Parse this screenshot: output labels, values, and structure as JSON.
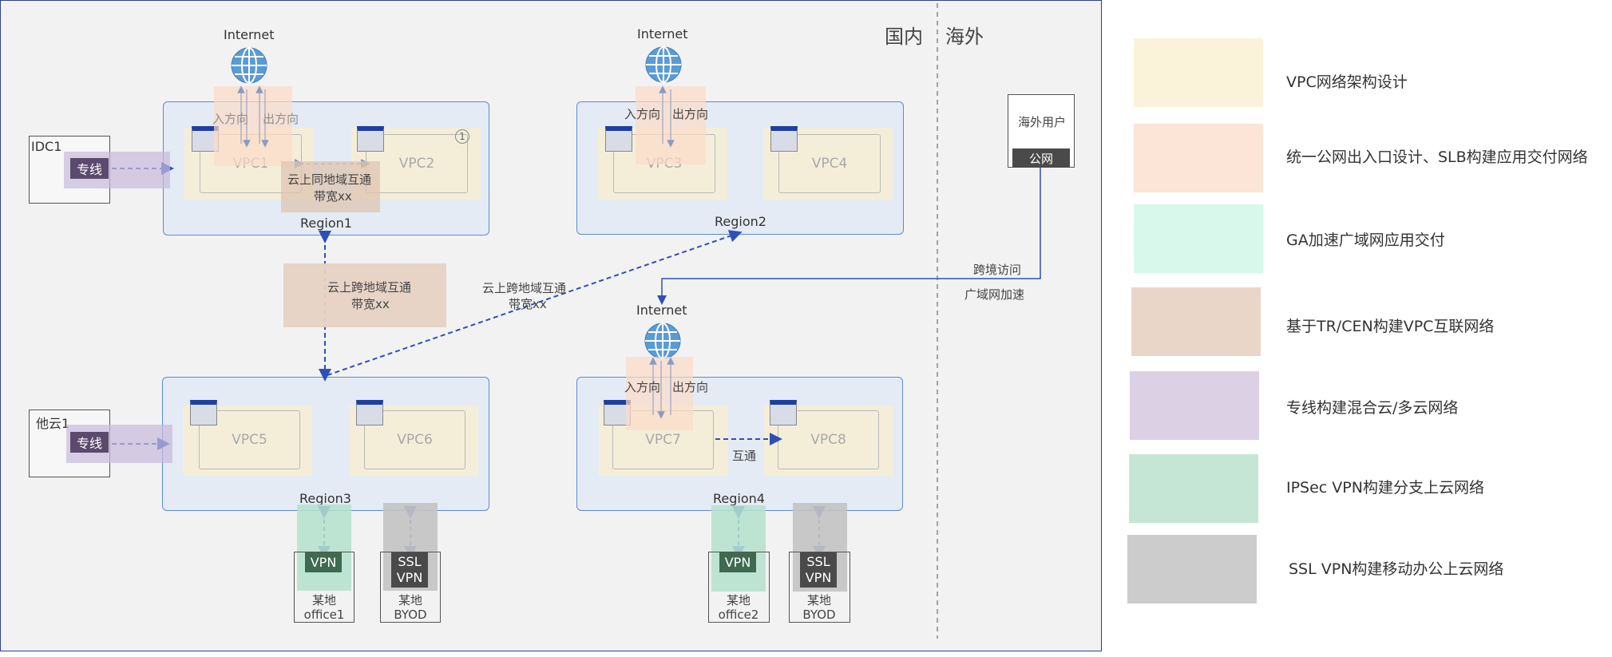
{
  "scope": {
    "domestic": "国内",
    "overseas": "海外"
  },
  "internet": [
    "Internet",
    "Internet",
    "Internet"
  ],
  "regions": [
    "Region1",
    "Region2",
    "Region3",
    "Region4"
  ],
  "vpcs": [
    "VPC1",
    "VPC2",
    "VPC3",
    "VPC4",
    "VPC5",
    "VPC6",
    "VPC7",
    "VPC8"
  ],
  "directions": {
    "in": "入方向",
    "out": "出方向"
  },
  "idc": {
    "idc1": "IDC1",
    "other_cloud": "他云1",
    "line": "专线"
  },
  "interconnect": {
    "same_region": "云上同地域互通",
    "bandwidth": "带宽xx",
    "cross_region": "云上跨地域互通",
    "peer": "互通"
  },
  "overseas_user": {
    "title": "海外用户",
    "public": "公网",
    "cross_border": "跨境访问",
    "wan_accel": "广域网加速"
  },
  "offices": {
    "vpn": "VPN",
    "ssl": "SSL",
    "ssl_vpn": "VPN",
    "office1_a": "某地",
    "office1_b": "office1",
    "byod_a": "某地",
    "byod_b": "BYOD",
    "office2_a": "某地",
    "office2_b": "office2"
  },
  "badge": "1",
  "legend": [
    {
      "label": "VPC网络架构设计",
      "color": "#fbf3d9"
    },
    {
      "label": "统一公网出入口设计、SLB构建应用交付网络",
      "color": "#fce4d6"
    },
    {
      "label": "GA加速广域网应用交付",
      "color": "#d8f8ec"
    },
    {
      "label": "基于TR/CEN构建VPC互联网络",
      "color": "#ead6c8"
    },
    {
      "label": "专线构建混合云/多云网络",
      "color": "#dbd0e4"
    },
    {
      "label": "IPSec VPN构建分支上云网络",
      "color": "#c6e6d5"
    },
    {
      "label": "SSL VPN构建移动办公上云网络",
      "color": "#cccccc"
    }
  ]
}
